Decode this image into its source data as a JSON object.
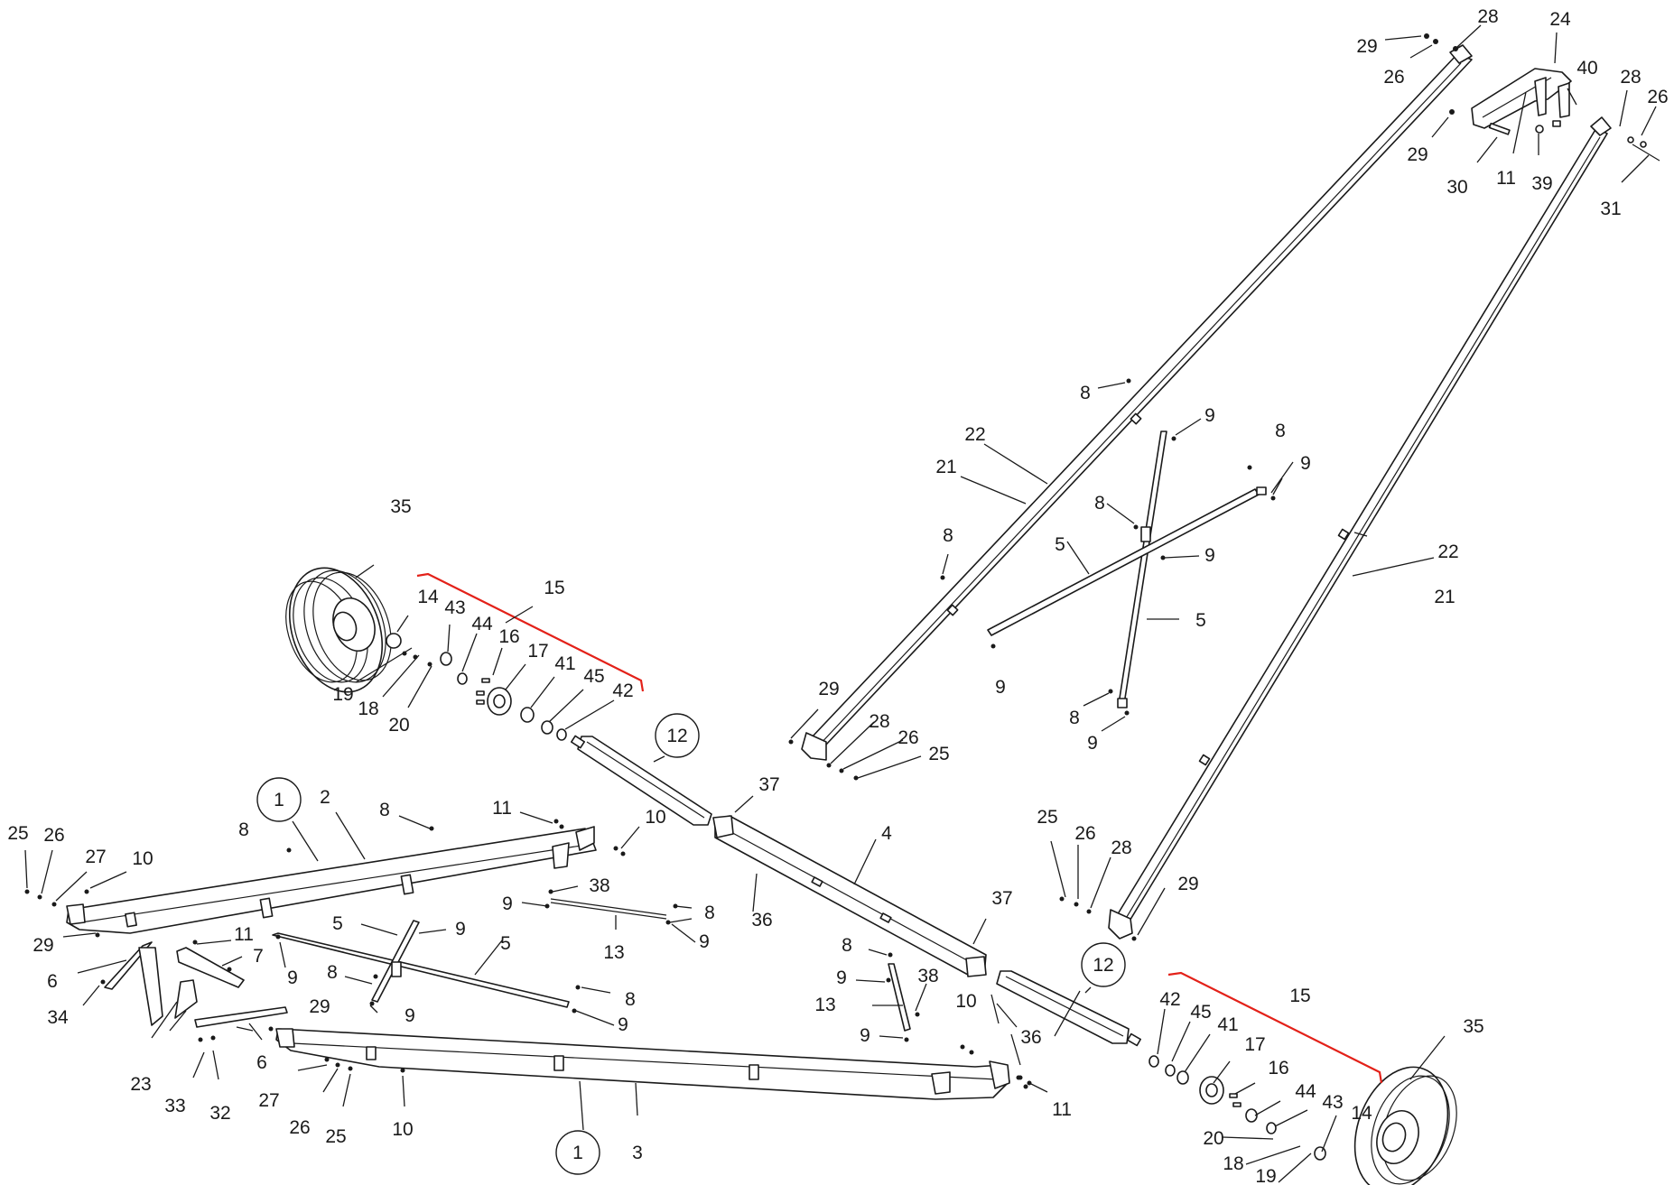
{
  "diagram": {
    "type": "exploded-parts-view",
    "colors": {
      "line": "#1a1a1a",
      "kit_bracket": "#e32119",
      "background": "#ffffff"
    },
    "callouts": [
      {
        "text": "28"
      },
      {
        "text": "24"
      },
      {
        "text": "29"
      },
      {
        "text": "26"
      },
      {
        "text": "40"
      },
      {
        "text": "28"
      },
      {
        "text": "26"
      },
      {
        "text": "29"
      },
      {
        "text": "30"
      },
      {
        "text": "11"
      },
      {
        "text": "39"
      },
      {
        "text": "31"
      },
      {
        "text": "8"
      },
      {
        "text": "9"
      },
      {
        "text": "22"
      },
      {
        "text": "8"
      },
      {
        "text": "21"
      },
      {
        "text": "9"
      },
      {
        "text": "8"
      },
      {
        "text": "8"
      },
      {
        "text": "9"
      },
      {
        "text": "5"
      },
      {
        "text": "22"
      },
      {
        "text": "21"
      },
      {
        "text": "5"
      },
      {
        "text": "9"
      },
      {
        "text": "8"
      },
      {
        "text": "9"
      },
      {
        "text": "35"
      },
      {
        "text": "15"
      },
      {
        "text": "14"
      },
      {
        "text": "43"
      },
      {
        "text": "44"
      },
      {
        "text": "16"
      },
      {
        "text": "17"
      },
      {
        "text": "41"
      },
      {
        "text": "45"
      },
      {
        "text": "42"
      },
      {
        "text": "19"
      },
      {
        "text": "18"
      },
      {
        "text": "20"
      },
      {
        "text": "29"
      },
      {
        "text": "28"
      },
      {
        "text": "26"
      },
      {
        "text": "25"
      },
      {
        "text": "12"
      },
      {
        "text": "1"
      },
      {
        "text": "2"
      },
      {
        "text": "8"
      },
      {
        "text": "11"
      },
      {
        "text": "37"
      },
      {
        "text": "4"
      },
      {
        "text": "10"
      },
      {
        "text": "25"
      },
      {
        "text": "26"
      },
      {
        "text": "27"
      },
      {
        "text": "10"
      },
      {
        "text": "8"
      },
      {
        "text": "38"
      },
      {
        "text": "9"
      },
      {
        "text": "8"
      },
      {
        "text": "36"
      },
      {
        "text": "13"
      },
      {
        "text": "9"
      },
      {
        "text": "25"
      },
      {
        "text": "26"
      },
      {
        "text": "28"
      },
      {
        "text": "29"
      },
      {
        "text": "37"
      },
      {
        "text": "29"
      },
      {
        "text": "5"
      },
      {
        "text": "9"
      },
      {
        "text": "11"
      },
      {
        "text": "7"
      },
      {
        "text": "9"
      },
      {
        "text": "5"
      },
      {
        "text": "6"
      },
      {
        "text": "8"
      },
      {
        "text": "9"
      },
      {
        "text": "8"
      },
      {
        "text": "34"
      },
      {
        "text": "9"
      },
      {
        "text": "8"
      },
      {
        "text": "9"
      },
      {
        "text": "38"
      },
      {
        "text": "13"
      },
      {
        "text": "9"
      },
      {
        "text": "10"
      },
      {
        "text": "36"
      },
      {
        "text": "12"
      },
      {
        "text": "15"
      },
      {
        "text": "42"
      },
      {
        "text": "45"
      },
      {
        "text": "41"
      },
      {
        "text": "17"
      },
      {
        "text": "16"
      },
      {
        "text": "44"
      },
      {
        "text": "43"
      },
      {
        "text": "14"
      },
      {
        "text": "35"
      },
      {
        "text": "20"
      },
      {
        "text": "18"
      },
      {
        "text": "19"
      },
      {
        "text": "29"
      },
      {
        "text": "6"
      },
      {
        "text": "23"
      },
      {
        "text": "33"
      },
      {
        "text": "32"
      },
      {
        "text": "27"
      },
      {
        "text": "26"
      },
      {
        "text": "25"
      },
      {
        "text": "10"
      },
      {
        "text": "11"
      },
      {
        "text": "1"
      },
      {
        "text": "3"
      }
    ]
  }
}
